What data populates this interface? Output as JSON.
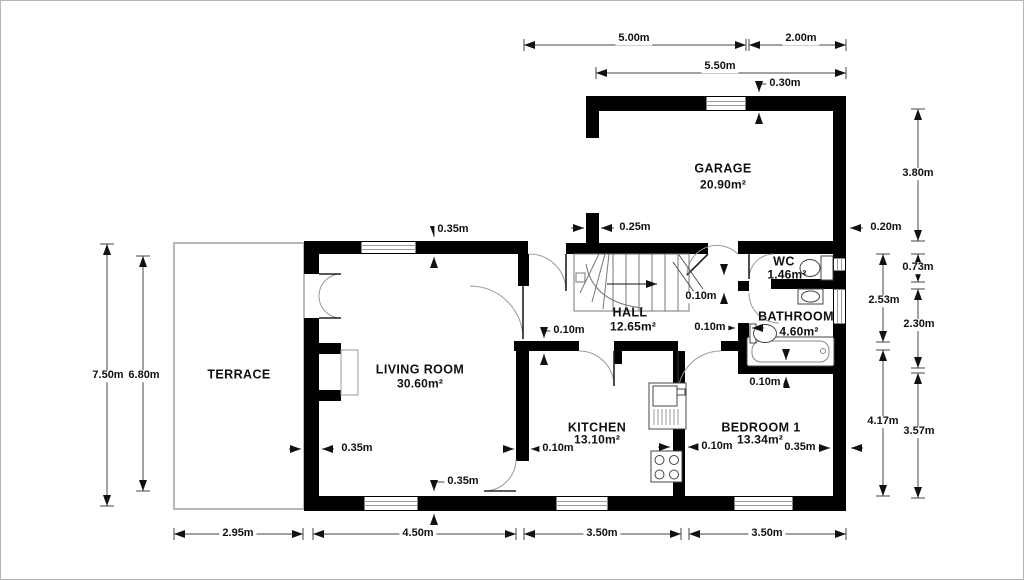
{
  "plan": {
    "type": "architectural-floor-plan",
    "rooms": {
      "garage": {
        "name": "GARAGE",
        "area": "20.90m²"
      },
      "wc": {
        "name": "WC",
        "area": "1.46m²"
      },
      "bathroom": {
        "name": "BATHROOM",
        "area": "4.60m²"
      },
      "hall": {
        "name": "HALL",
        "area": "12.65m²"
      },
      "living_room": {
        "name": "LIVING ROOM",
        "area": "30.60m²"
      },
      "terrace": {
        "name": "TERRACE"
      },
      "kitchen": {
        "name": "KITCHEN",
        "area": "13.10m²"
      },
      "bedroom1": {
        "name": "BEDROOM 1",
        "area": "13.34m²"
      }
    },
    "dimensions": {
      "top_garage_a": "5.00m",
      "top_garage_b": "2.00m",
      "top_garage_total": "5.50m",
      "garage_top_wall": "0.30m",
      "garage_left_wall": "0.25m",
      "garage_right_wall": "0.20m",
      "garage_height": "3.80m",
      "left_total": "7.50m",
      "left_inner": "6.80m",
      "right_hall_inner": "2.53m",
      "right_wc": "0.73m",
      "right_bathroom": "2.30m",
      "right_bedroom_inner": "4.17m",
      "right_bedroom": "3.57m",
      "bottom_terrace": "2.95m",
      "bottom_living": "4.50m",
      "bottom_kitchen": "3.50m",
      "bottom_bedroom": "3.50m",
      "lr_top_wall": "0.35m",
      "lr_left_wall": "0.35m",
      "lr_bottom_wall": "0.35m",
      "bedroom_right_wall": "0.35m",
      "kitchen_left_wall": "0.10m",
      "kitchen_bedroom_wall": "0.10m",
      "hall_bottom_wall": "0.10m",
      "hall_bath_wall": "0.10m",
      "wc_bath_wall": "0.10m",
      "bathroom_bottom_wall": "0.10m"
    },
    "colors": {
      "wall": "#000000",
      "dimension_line": "#444444",
      "door_arc": "#999999"
    }
  }
}
